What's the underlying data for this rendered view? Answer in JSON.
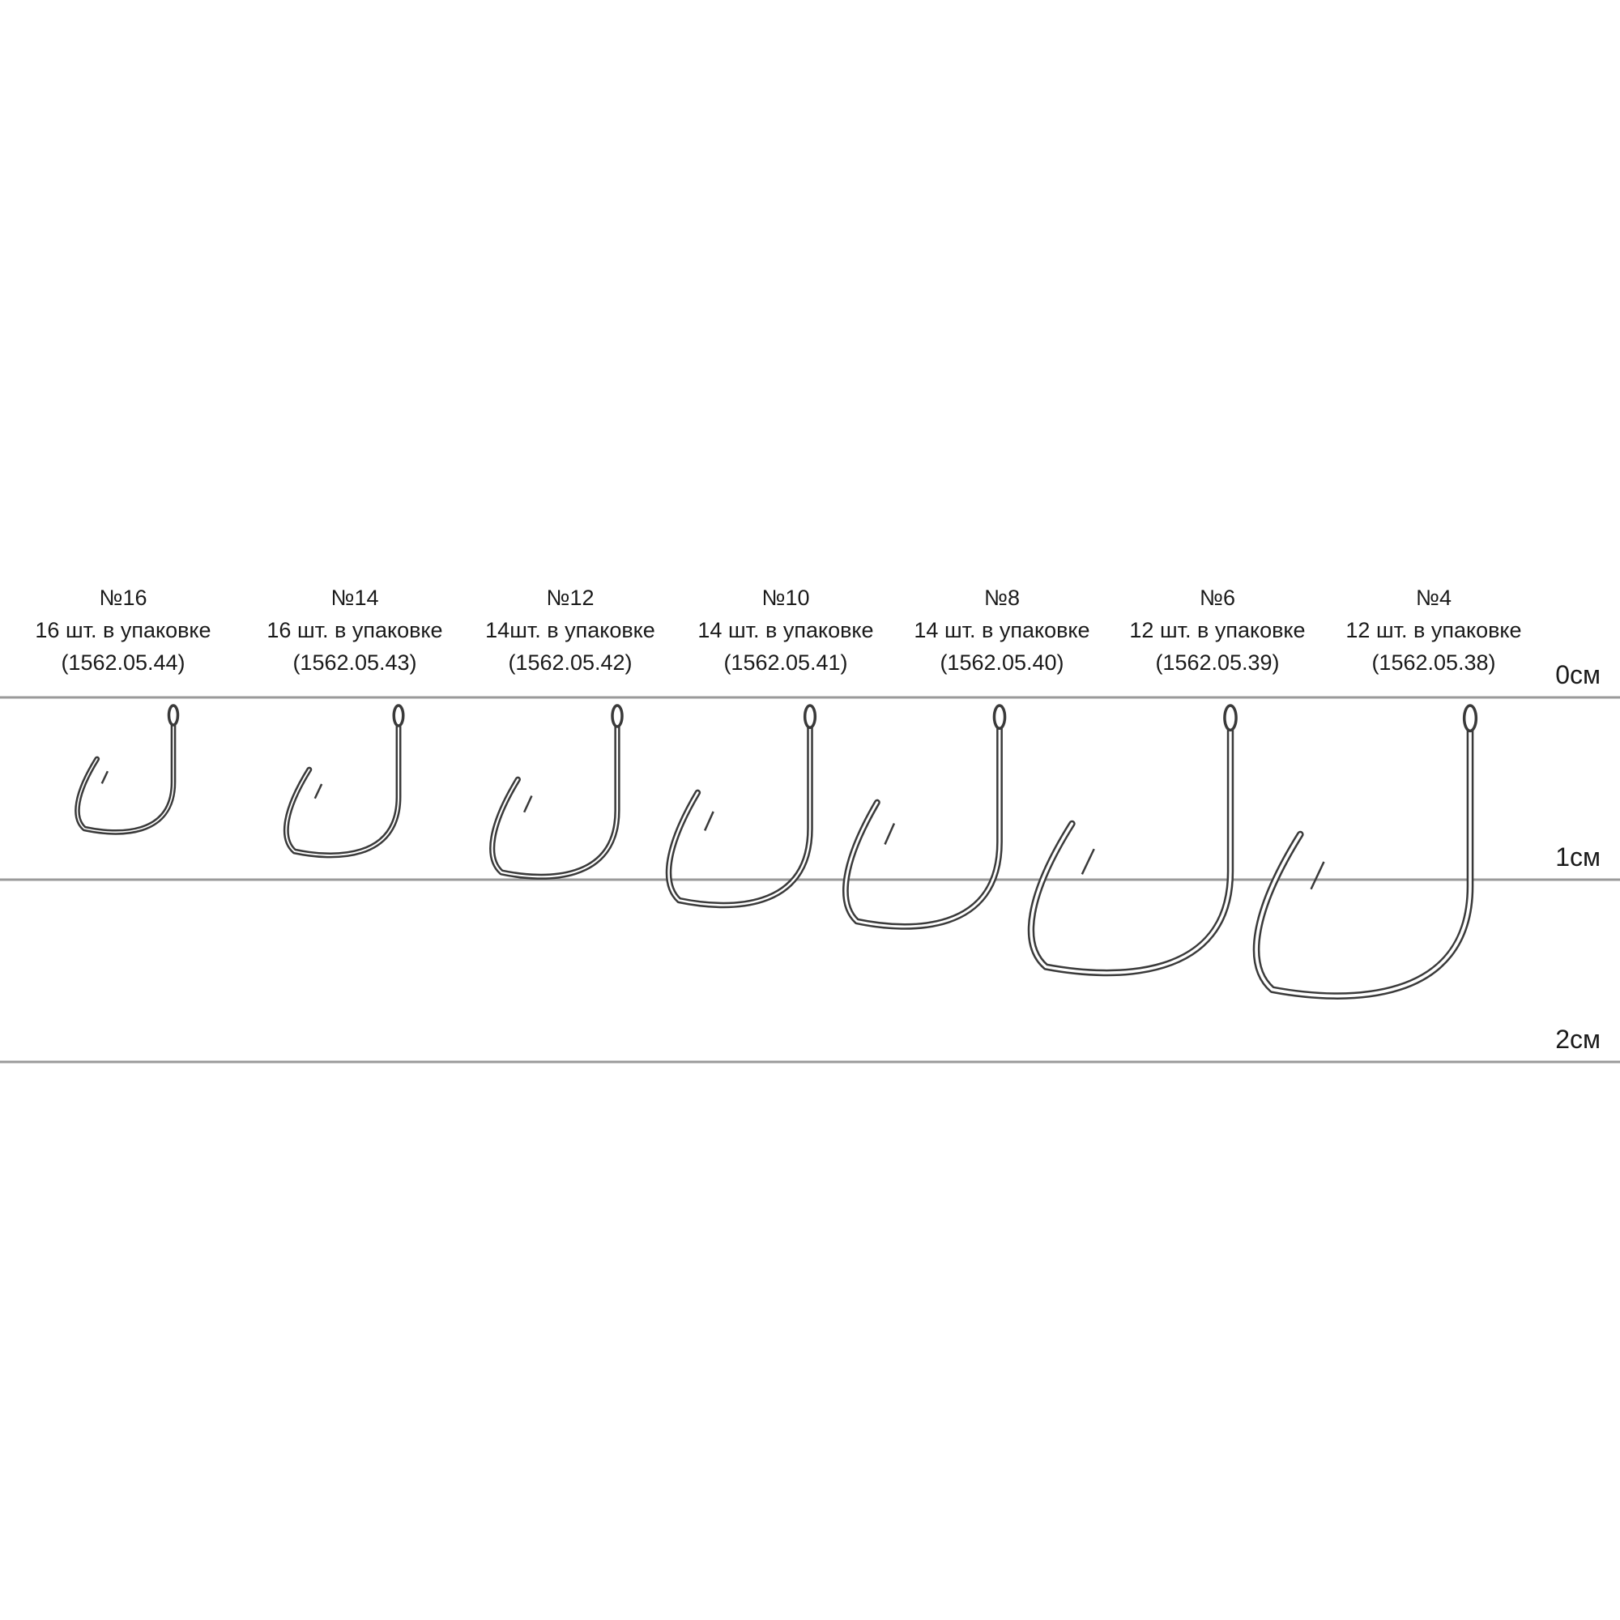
{
  "colors": {
    "background": "#ffffff",
    "scale_line": "#9a9a9a",
    "hook_metal": "#3a3a3a",
    "text": "#1a1a1a"
  },
  "scale": [
    {
      "label": "0см",
      "cm": 0
    },
    {
      "label": "1см",
      "cm": 1
    },
    {
      "label": "2см",
      "cm": 2
    }
  ],
  "hooks": [
    {
      "size": "№16",
      "count": "16 шт.  в упаковке",
      "code": "(1562.05.44)",
      "length_cm": 0.75,
      "gap_cm": 0.53
    },
    {
      "size": "№14",
      "count": "16 шт.  в упаковке",
      "code": "(1562.05.43)",
      "length_cm": 0.88,
      "gap_cm": 0.62
    },
    {
      "size": "№12",
      "count": "14шт.  в упаковке",
      "code": "(1562.05.42)",
      "length_cm": 1.0,
      "gap_cm": 0.69
    },
    {
      "size": "№10",
      "count": "14 шт.  в упаковке",
      "code": "(1562.05.41)",
      "length_cm": 1.16,
      "gap_cm": 0.78
    },
    {
      "size": "№8",
      "count": "14 шт.  в упаковке",
      "code": "(1562.05.40)",
      "length_cm": 1.28,
      "gap_cm": 0.85
    },
    {
      "size": "№6",
      "count": "12 шт.  в упаковке",
      "code": "(1562.05.39)",
      "length_cm": 1.54,
      "gap_cm": 1.1
    },
    {
      "size": "№4",
      "count": "12 шт.  в упаковке",
      "code": "(1562.05.38)",
      "length_cm": 1.67,
      "gap_cm": 1.18
    }
  ]
}
